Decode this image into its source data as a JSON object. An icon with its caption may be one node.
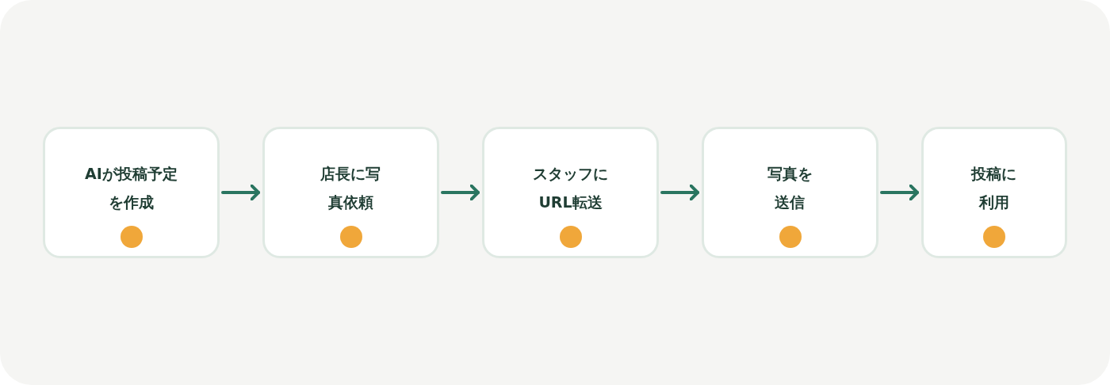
{
  "diagram": {
    "nodes": [
      {
        "text": [
          "AIが投稿予定を作成"
        ]
      },
      {
        "text": [
          "店長に写真依頼"
        ]
      },
      {
        "text": [
          "スタッフにURL転送"
        ]
      },
      {
        "text": [
          "写真を送信"
        ]
      },
      {
        "text": [
          "投稿に利用"
        ]
      }
    ],
    "edges": [
      {
        "from": 0,
        "to": 1,
        "arrow": "to"
      },
      {
        "from": 1,
        "to": 2,
        "arrow": "to"
      },
      {
        "from": 2,
        "to": 3,
        "arrow": "to"
      },
      {
        "from": 3,
        "to": 4,
        "arrow": "to"
      }
    ]
  }
}
